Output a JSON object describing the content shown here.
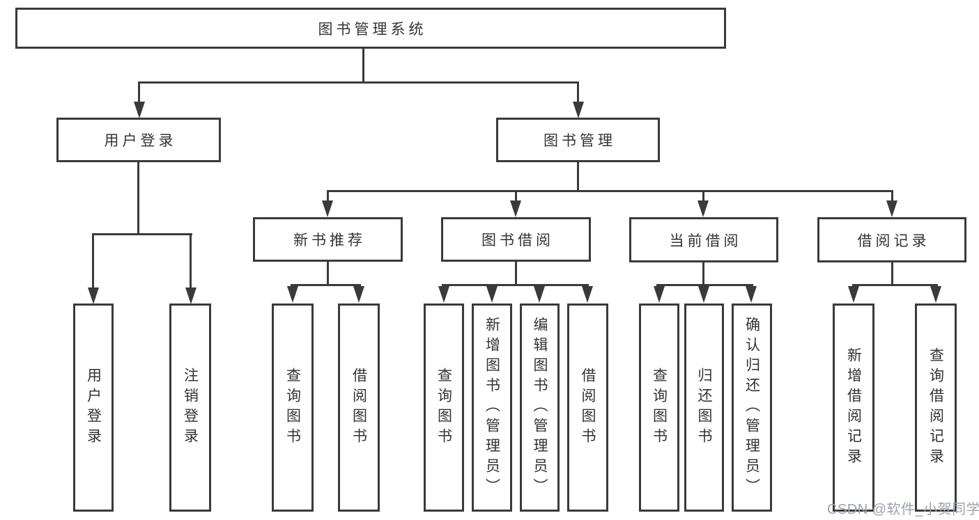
{
  "diagram": {
    "root": {
      "label": "图书管理系统"
    },
    "branches": [
      {
        "label": "用户登录",
        "children": [
          {
            "label": "用户登录"
          },
          {
            "label": "注销登录"
          }
        ]
      },
      {
        "label": "图书管理",
        "children": [
          {
            "label": "新书推荐",
            "children": [
              {
                "label": "查询图书"
              },
              {
                "label": "借阅图书"
              }
            ]
          },
          {
            "label": "图书借阅",
            "children": [
              {
                "label": "查询图书"
              },
              {
                "label": "新增图书（管理员）"
              },
              {
                "label": "编辑图书（管理员）"
              },
              {
                "label": "借阅图书"
              }
            ]
          },
          {
            "label": "当前借阅",
            "children": [
              {
                "label": "查询图书"
              },
              {
                "label": "归还图书"
              },
              {
                "label": "确认归还（管理员）"
              }
            ]
          },
          {
            "label": "借阅记录",
            "children": [
              {
                "label": "新增借阅记录"
              },
              {
                "label": "查询借阅记录"
              }
            ]
          }
        ]
      }
    ]
  },
  "watermark": {
    "text": "CSDN @软件_小贺同学"
  },
  "colors": {
    "line": "#3a3a3a",
    "text": "#333333",
    "watermark": "#9ba3ab",
    "background": "#ffffff"
  }
}
